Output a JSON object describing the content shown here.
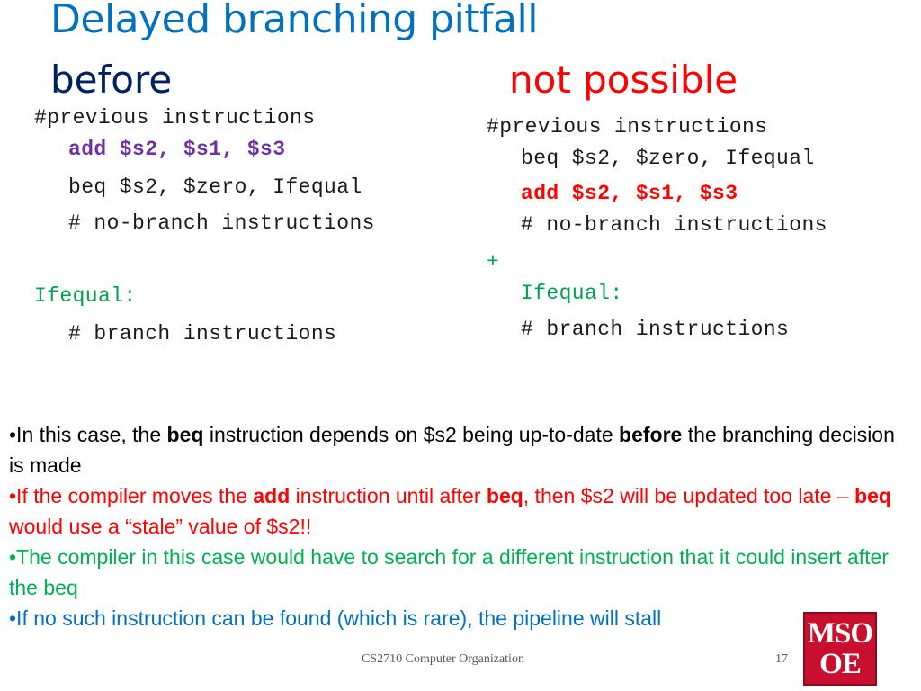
{
  "title": "Delayed branching pitfall",
  "left": {
    "heading": "before",
    "line1": "#previous instructions",
    "line2": "add $s2, $s1, $s3",
    "line3": "beq  $s2, $zero, Ifequal",
    "line4": "# no-branch instructions",
    "line5": "Ifequal:",
    "line6": "# branch instructions"
  },
  "right": {
    "heading": "not possible",
    "line1": "#previous instructions",
    "line2": "beq  $s2, $zero, Ifequal",
    "line3": "add $s2, $s1, $s3",
    "line4": "# no-branch instructions",
    "plus": "+",
    "line5": "Ifequal:",
    "line6": "# branch instructions"
  },
  "bullets": {
    "b1_a": "•In this case, the ",
    "b1_b": "beq",
    "b1_c": " instruction depends on $s2 being up-to-date ",
    "b1_d": "before",
    "b1_e": " the branching decision is made",
    "b2_a": "•If the compiler moves the ",
    "b2_b": "add",
    "b2_c": " instruction until after ",
    "b2_d": "beq",
    "b2_e": ", then $s2 will be updated too late – ",
    "b2_f": "beq",
    "b2_g": " would use a “stale” value of $s2!!",
    "b3": "•The compiler in this case would have to search for a different instruction that it could insert after the beq",
    "b4": "•If no such instruction can be found (which is rare), the pipeline will stall"
  },
  "footer": {
    "course": "CS2710 Computer Organization",
    "page": "17"
  },
  "logo": {
    "line1": "MSO",
    "line2": "OE"
  },
  "colors": {
    "title": "#0070c0",
    "before": "#002060",
    "not_possible": "#ff0000",
    "purple_code": "#7030a0",
    "green": "#00b050",
    "logo_bg": "#c8102e"
  }
}
